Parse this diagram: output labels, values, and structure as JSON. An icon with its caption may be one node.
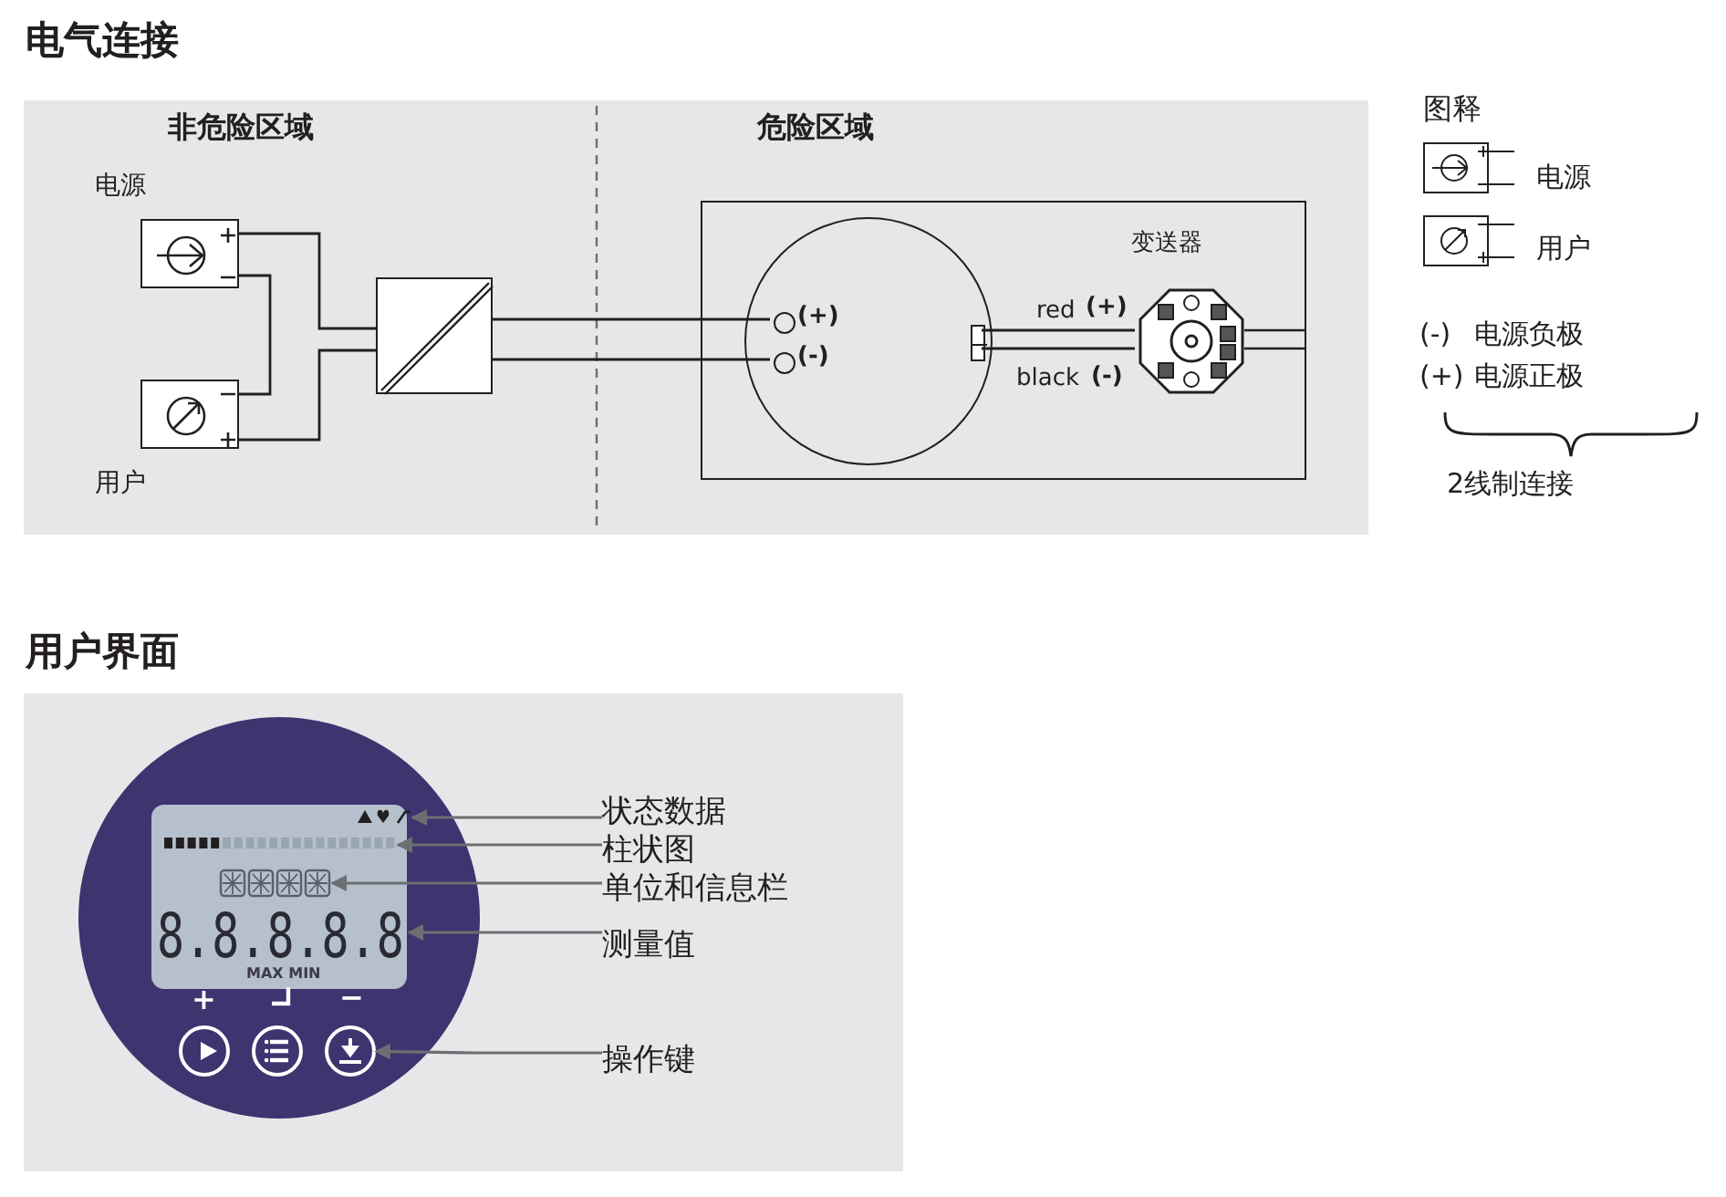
{
  "diagram": {
    "title": "电气连接",
    "nodes": [
      {
        "text": [],
        "shape": "box",
        "beside": [
          "电源"
        ]
      },
      {
        "text": [],
        "shape": "box",
        "beside": [
          "用户"
        ]
      },
      {
        "text": [],
        "shape": "box"
      },
      {
        "text": [],
        "shape": "box"
      },
      {
        "text": [],
        "shape": "circle",
        "in": 3
      },
      {
        "text": [],
        "shape": "circle",
        "in": 4,
        "beside": [
          "(+)"
        ]
      },
      {
        "text": [],
        "shape": "circle",
        "in": 4,
        "beside": [
          "(-)"
        ]
      },
      {
        "text": [],
        "shape": "box",
        "in": 4
      },
      {
        "text": [],
        "shape": "picture",
        "in": 3,
        "beside": [
          "变送器"
        ]
      },
      {
        "text": [],
        "shape": "circle"
      },
      {
        "text": [],
        "shape": "box",
        "in": 9
      },
      {
        "text": [],
        "shape": "picture",
        "in": 10
      },
      {
        "text": [],
        "shape": "bar",
        "in": 10
      },
      {
        "text": [],
        "shape": "picture",
        "in": 10
      },
      {
        "text": [
          "8.8.8.8.8"
        ],
        "in": 10
      },
      {
        "text": [],
        "shape": "circle",
        "in": 9,
        "beside": [
          "+"
        ]
      },
      {
        "text": [],
        "shape": "circle",
        "in": 9
      },
      {
        "text": [],
        "shape": "circle",
        "in": 9,
        "beside": [
          "−"
        ]
      },
      {
        "text": [
          "状态数据"
        ]
      },
      {
        "text": [
          "柱状图"
        ]
      },
      {
        "text": [
          "单位和信息栏"
        ]
      },
      {
        "text": [
          "测量值"
        ]
      },
      {
        "text": [
          "操作键"
        ]
      }
    ],
    "edges": [
      {
        "from": 0,
        "to": 2,
        "arrow": "none"
      },
      {
        "from": 0,
        "to": 1,
        "arrow": "none"
      },
      {
        "from": 1,
        "to": 2,
        "arrow": "none"
      },
      {
        "from": 2,
        "to": 5,
        "arrow": "none"
      },
      {
        "from": 2,
        "to": 6,
        "arrow": "none"
      },
      {
        "from": 7,
        "to": 8,
        "arrow": "none",
        "label": "red"
      },
      {
        "from": 7,
        "to": 8,
        "arrow": "none",
        "label": "black"
      },
      {
        "from": 18,
        "to": 11,
        "arrow": "to",
        "color": "#6d6e71"
      },
      {
        "from": 19,
        "to": 12,
        "arrow": "to",
        "color": "#6d6e71"
      },
      {
        "from": 20,
        "to": 13,
        "arrow": "to",
        "color": "#6d6e71"
      },
      {
        "from": 21,
        "to": 14,
        "arrow": "to",
        "color": "#6d6e71"
      },
      {
        "from": 22,
        "to": 17,
        "arrow": "to",
        "color": "#6d6e71"
      }
    ],
    "labels": [
      "非危险区域",
      "危险区域",
      "(+)",
      "(-)",
      "图释",
      "(-)",
      "电源负极",
      "(+)",
      "电源正极",
      "2线制连接",
      "用户界面",
      "MAX MIN"
    ],
    "legend": [
      {
        "text": "电源"
      },
      {
        "text": "用户"
      }
    ]
  }
}
